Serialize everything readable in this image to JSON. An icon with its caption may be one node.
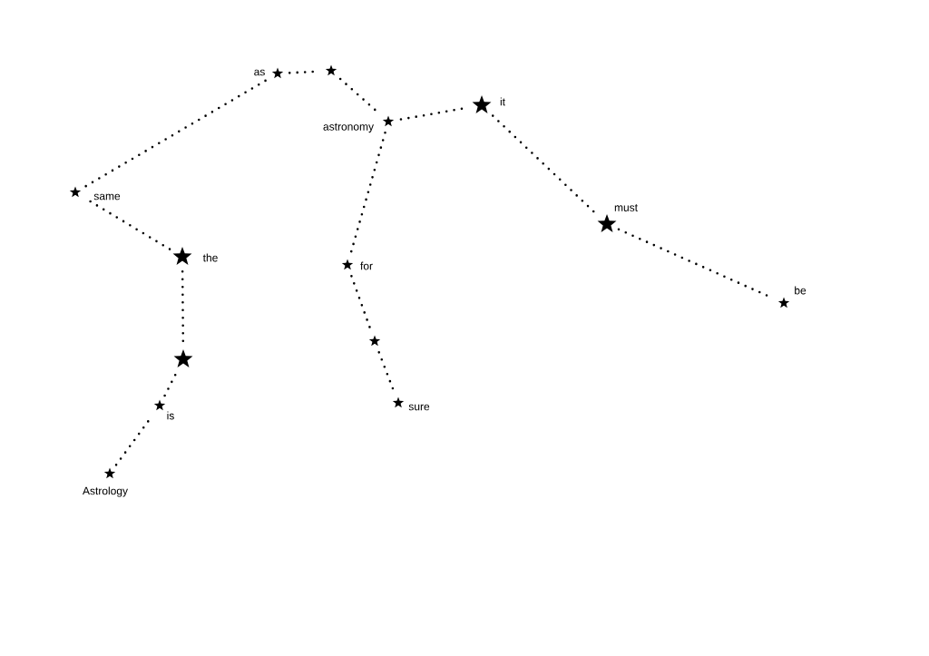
{
  "diagram": {
    "nodes": [
      {
        "text": [
          "Astrology"
        ]
      },
      {
        "text": [
          "is"
        ]
      },
      {
        "text": [],
        "shape": "star"
      },
      {
        "text": [
          "the"
        ]
      },
      {
        "text": [
          "same"
        ]
      },
      {
        "text": [
          "as"
        ]
      },
      {
        "text": [],
        "shape": "star"
      },
      {
        "text": [
          "astronomy"
        ]
      },
      {
        "text": [
          "it"
        ]
      },
      {
        "text": [
          "must"
        ]
      },
      {
        "text": [
          "be"
        ]
      },
      {
        "text": [
          "for"
        ]
      },
      {
        "text": [],
        "shape": "star"
      },
      {
        "text": [
          "sure"
        ]
      }
    ],
    "edges": [
      {
        "from": 0,
        "to": 1,
        "arrow": "none"
      },
      {
        "from": 1,
        "to": 2,
        "arrow": "none"
      },
      {
        "from": 2,
        "to": 3,
        "arrow": "none"
      },
      {
        "from": 3,
        "to": 4,
        "arrow": "none"
      },
      {
        "from": 4,
        "to": 5,
        "arrow": "none"
      },
      {
        "from": 5,
        "to": 6,
        "arrow": "none"
      },
      {
        "from": 6,
        "to": 7,
        "arrow": "none"
      },
      {
        "from": 7,
        "to": 8,
        "arrow": "none"
      },
      {
        "from": 8,
        "to": 9,
        "arrow": "none"
      },
      {
        "from": 9,
        "to": 10,
        "arrow": "none"
      },
      {
        "from": 7,
        "to": 11,
        "arrow": "none"
      },
      {
        "from": 11,
        "to": 12,
        "arrow": "none"
      },
      {
        "from": 12,
        "to": 13,
        "arrow": "none"
      }
    ]
  }
}
